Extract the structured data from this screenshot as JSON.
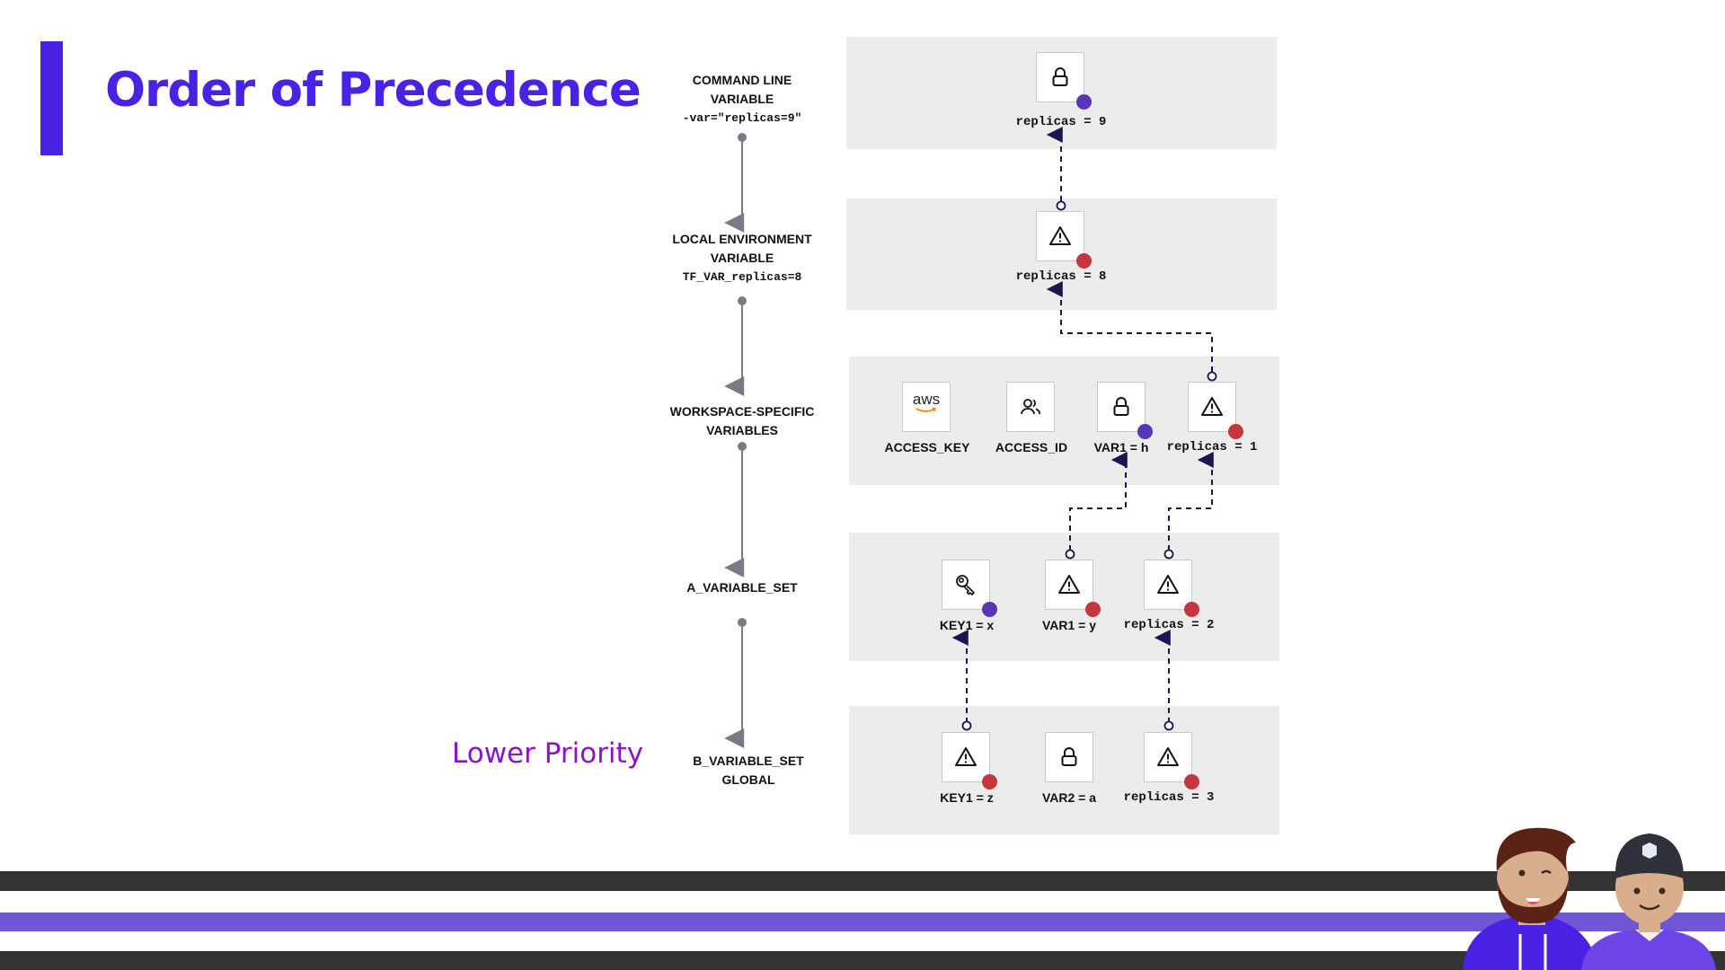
{
  "slide": {
    "title": "Order of Precedence",
    "lower_priority_label": "Lower Priority",
    "colors": {
      "accent": "#4a22e6",
      "lower_priority": "#8a14c8",
      "panel_bg": "#ececec",
      "dot_purple": "#5b35b8",
      "dot_red": "#c4373f",
      "connector": "#1a1450",
      "stripe_dark": "#333333",
      "stripe_purple": "#6e56d4"
    }
  },
  "levels": [
    {
      "name": "command-line",
      "title_lines": [
        "COMMAND LINE",
        "VARIABLE"
      ],
      "code": "-var=\"replicas=9\""
    },
    {
      "name": "local-env",
      "title_lines": [
        "LOCAL ENVIRONMENT",
        "VARIABLE"
      ],
      "code": "TF_VAR_replicas=8"
    },
    {
      "name": "workspace",
      "title_lines": [
        "WORKSPACE-SPECIFIC",
        "VARIABLES"
      ],
      "code": ""
    },
    {
      "name": "a-variable-set",
      "title_lines": [
        "A_VARIABLE_SET"
      ],
      "code": ""
    },
    {
      "name": "b-variable-set",
      "title_lines": [
        "B_VARIABLE_SET",
        "GLOBAL"
      ],
      "code": ""
    }
  ],
  "panels": [
    {
      "items": [
        {
          "icon": "lock-icon",
          "label": "replicas = 9",
          "mono": true,
          "dot": "purple"
        }
      ]
    },
    {
      "items": [
        {
          "icon": "warning-icon",
          "label": "replicas = 8",
          "mono": true,
          "dot": "red"
        }
      ]
    },
    {
      "items": [
        {
          "icon": "aws-icon",
          "icon_text": "aws",
          "label": "ACCESS_KEY",
          "mono": false,
          "dot": ""
        },
        {
          "icon": "users-icon",
          "label": "ACCESS_ID",
          "mono": false,
          "dot": ""
        },
        {
          "icon": "lock-icon",
          "label": "VAR1 = h",
          "mono": false,
          "dot": "purple"
        },
        {
          "icon": "warning-icon",
          "label": "replicas = 1",
          "mono": true,
          "dot": "red"
        }
      ]
    },
    {
      "items": [
        {
          "icon": "key-icon",
          "label": "KEY1 = x",
          "mono": false,
          "dot": "purple"
        },
        {
          "icon": "warning-icon",
          "label": "VAR1 = y",
          "mono": false,
          "dot": "red"
        },
        {
          "icon": "warning-icon",
          "label": "replicas = 2",
          "mono": true,
          "dot": "red"
        }
      ]
    },
    {
      "items": [
        {
          "icon": "warning-icon",
          "label": "KEY1 = z",
          "mono": false,
          "dot": "red"
        },
        {
          "icon": "lock-icon",
          "label": "VAR2 = a",
          "mono": false,
          "dot": ""
        },
        {
          "icon": "warning-icon",
          "label": "replicas = 3",
          "mono": true,
          "dot": "red"
        }
      ]
    }
  ],
  "overrides": [
    {
      "from": "B KEY1 = z",
      "to": "A KEY1 = x"
    },
    {
      "from": "B replicas = 3",
      "to": "A replicas = 2"
    },
    {
      "from": "A VAR1 = y",
      "to": "Workspace VAR1 = h"
    },
    {
      "from": "A replicas = 2",
      "to": "Workspace replicas = 1"
    },
    {
      "from": "Workspace replicas = 1",
      "to": "Local env replicas = 8"
    },
    {
      "from": "Local env replicas = 8",
      "to": "Command line replicas = 9"
    }
  ],
  "presenters": [
    {
      "name": "bearded-presenter-avatar"
    },
    {
      "name": "cap-presenter-avatar"
    }
  ]
}
